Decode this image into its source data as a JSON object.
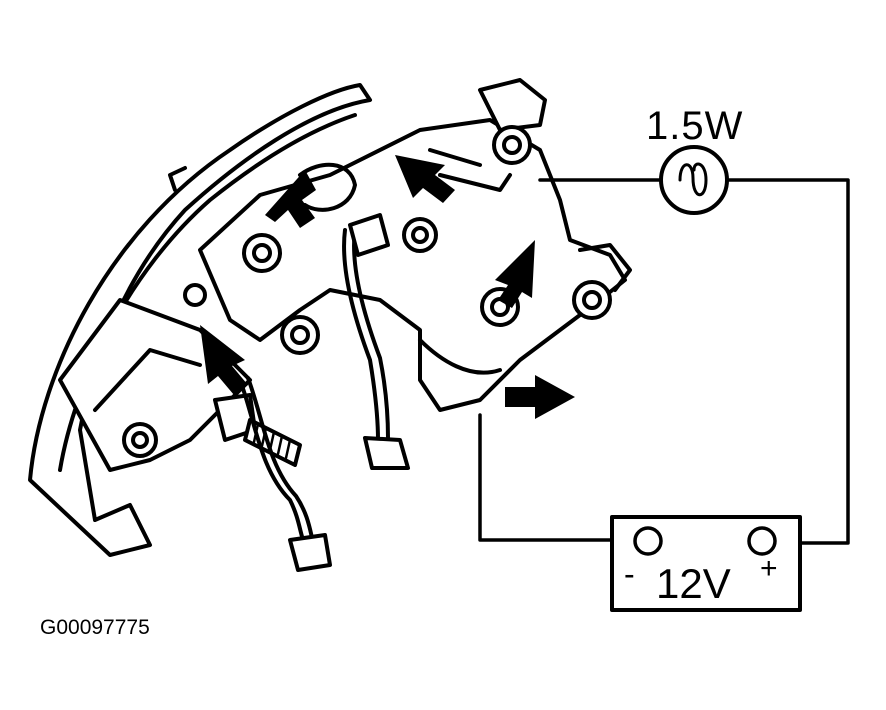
{
  "lamp": {
    "label": "1.5W"
  },
  "battery": {
    "voltage_label": "12V",
    "negative_symbol": "-",
    "positive_symbol": "+"
  },
  "figure_id": "G00097775",
  "colors": {
    "ink": "#000000",
    "paper": "#ffffff"
  }
}
